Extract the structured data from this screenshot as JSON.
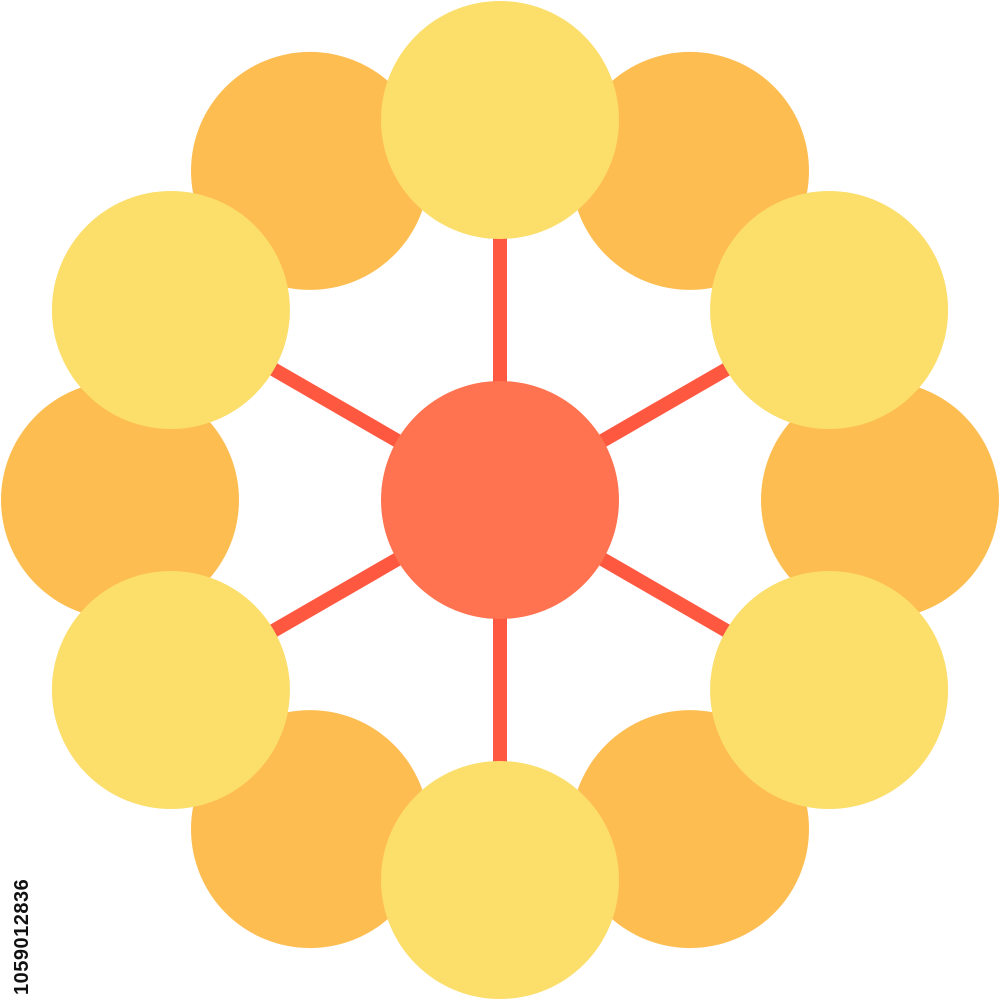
{
  "icon": {
    "name": "molecule-network-icon",
    "colors": {
      "hub": "#FF7351",
      "spokes": "#FF5841",
      "petal_orange": "#FDBD50",
      "petal_yellow": "#FCDE6B",
      "background": "#FFFFFF"
    },
    "spoke_count": 6,
    "petal_count": 12
  },
  "watermark": {
    "stock_id": "1059012836"
  }
}
